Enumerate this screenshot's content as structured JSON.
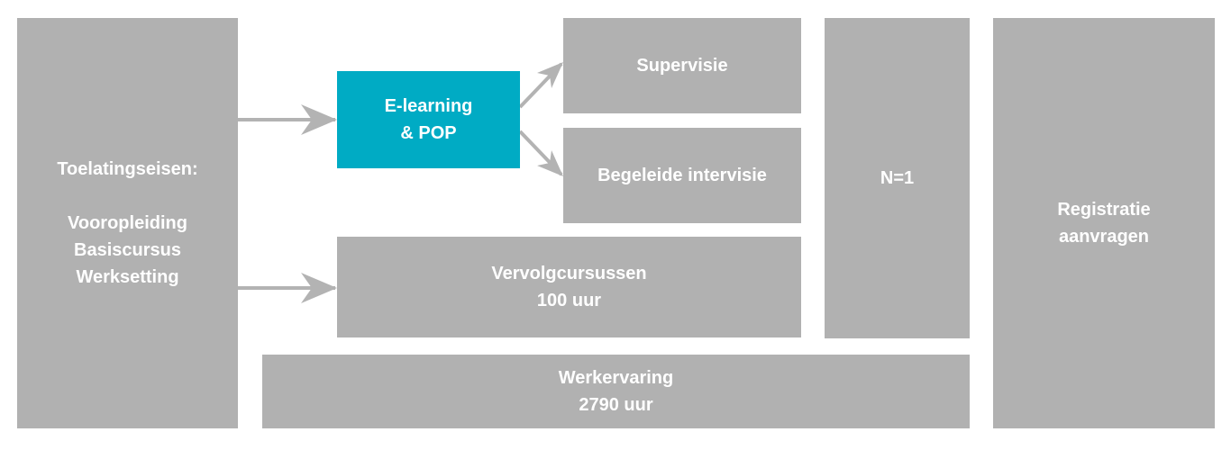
{
  "colors": {
    "box": "#b1b1b1",
    "highlight": "#00abc4",
    "arrow": "#b3b3b3",
    "text": "#ffffff"
  },
  "boxes": {
    "admission": {
      "title": "Toelatingseisen:",
      "lines": [
        "Vooropleiding",
        "Basiscursus",
        "Werksetting"
      ]
    },
    "elearning": {
      "lines": [
        "E-learning",
        "& POP"
      ]
    },
    "supervision": {
      "label": "Supervisie"
    },
    "intervision": {
      "label": "Begeleide intervisie"
    },
    "n1": {
      "label": "N=1"
    },
    "registration": {
      "lines": [
        "Registratie",
        "aanvragen"
      ]
    },
    "courses": {
      "lines": [
        "Vervolgcursussen",
        "100 uur"
      ]
    },
    "experience": {
      "lines": [
        "Werkervaring",
        "2790 uur"
      ]
    }
  }
}
